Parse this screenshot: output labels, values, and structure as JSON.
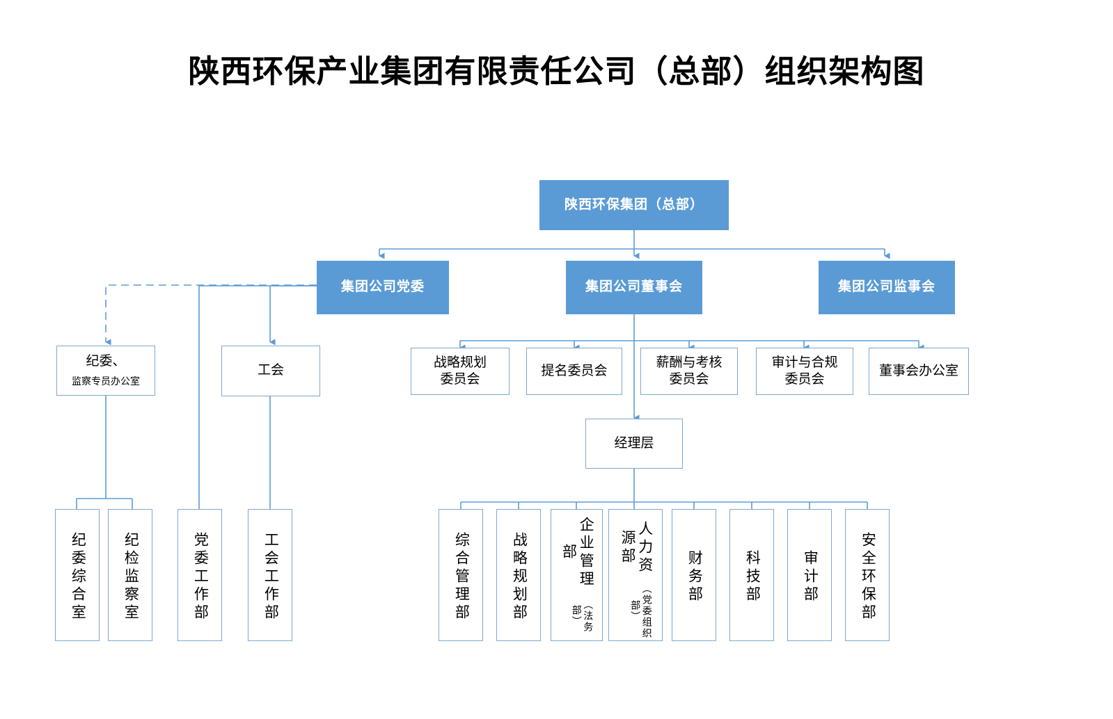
{
  "title": "陕西环保产业集团有限责任公司（总部）组织架构图",
  "colors": {
    "box_blue": "#5B9BD5",
    "box_blue_text": "#FFFFFF",
    "line_blue": "#5B9BD5",
    "border_blue": "#7FA7CC",
    "background": "#FFFFFF",
    "text": "#000000"
  },
  "nodes": {
    "root": {
      "label": "陕西环保集团（总部）",
      "style": "blue"
    },
    "party_committee": {
      "label": "集团公司党委",
      "style": "blue"
    },
    "board_of_directors": {
      "label": "集团公司董事会",
      "style": "blue"
    },
    "board_of_supervisors": {
      "label": "集团公司监事会",
      "style": "blue"
    },
    "discipline_office": {
      "line1": "纪委、",
      "line2": "监察专员办公室",
      "style": "plain"
    },
    "labor_union": {
      "label": "工会",
      "style": "plain"
    },
    "management_layer": {
      "label": "经理层",
      "style": "plain"
    }
  },
  "board_committees": [
    {
      "line1": "战略规划",
      "line2": "委员会"
    },
    {
      "line1": "提名委员会",
      "line2": ""
    },
    {
      "line1": "薪酬与考核",
      "line2": "委员会"
    },
    {
      "line1": "审计与合规",
      "line2": "委员会"
    },
    {
      "line1": "董事会办公室",
      "line2": ""
    }
  ],
  "party_departments": [
    {
      "label": "纪委综合室",
      "sub": ""
    },
    {
      "label": "纪检监察室",
      "sub": ""
    },
    {
      "label": "党委工作部",
      "sub": ""
    },
    {
      "label": "工会工作部",
      "sub": ""
    }
  ],
  "functional_departments": [
    {
      "label": "综合管理部",
      "sub": ""
    },
    {
      "label": "战略规划部",
      "sub": ""
    },
    {
      "label": "企业管理部",
      "sub": "（法务部）"
    },
    {
      "label": "人力资源部",
      "sub": "（党委组织部）"
    },
    {
      "label": "财务部",
      "sub": ""
    },
    {
      "label": "科技部",
      "sub": ""
    },
    {
      "label": "审计部",
      "sub": ""
    },
    {
      "label": "安全环保部",
      "sub": ""
    }
  ]
}
